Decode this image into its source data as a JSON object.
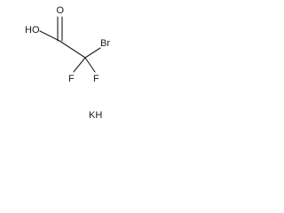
{
  "molecule": {
    "atoms": {
      "carbonyl_oxygen": "O",
      "hydroxyl": "HO",
      "bromine": "Br",
      "fluorine_left": "F",
      "fluorine_right": "F"
    },
    "salt_counterion": "KH"
  }
}
